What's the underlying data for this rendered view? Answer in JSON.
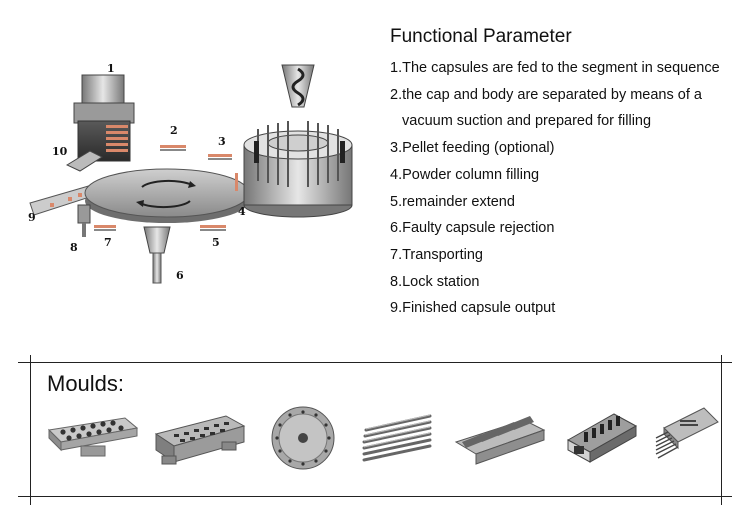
{
  "params": {
    "title": "Functional Parameter",
    "items": [
      "1.The capsules are fed to the segment in sequence",
      "2.the cap and body are separated by means of a",
      "vacuum suction and prepared for filling",
      "3.Pellet feeding (optional)",
      "4.Powder column filling",
      "5.remainder extend",
      "6.Faulty capsule rejection",
      "7.Transporting",
      "8.Lock station",
      "9.Finished capsule output"
    ]
  },
  "diagram": {
    "labels": [
      "1",
      "2",
      "3",
      "4",
      "5",
      "6",
      "7",
      "8",
      "9",
      "10"
    ]
  },
  "moulds": {
    "title": "Moulds:",
    "items": [
      "mould-plate-icon",
      "mould-block-icon",
      "mould-disc-icon",
      "mould-pins-icon",
      "mould-segment-icon",
      "mould-bracket-icon",
      "mould-comb-icon"
    ]
  }
}
